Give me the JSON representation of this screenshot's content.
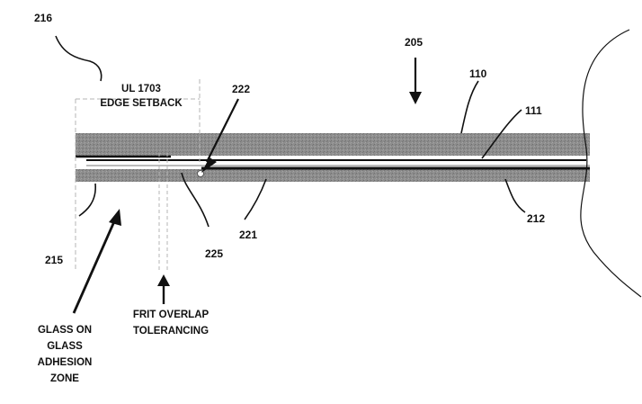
{
  "reference_numerals": {
    "n216": "216",
    "n205": "205",
    "n222": "222",
    "n110": "110",
    "n111": "111",
    "n212": "212",
    "n215": "215",
    "n225": "225",
    "n221": "221"
  },
  "annotations": {
    "edge_setback_line1": "UL 1703",
    "edge_setback_line2": "EDGE SETBACK",
    "frit_line1": "FRIT OVERLAP",
    "frit_line2": "TOLERANCING",
    "glass_line1": "GLASS ON",
    "glass_line2": "GLASS",
    "glass_line3": "ADHESION",
    "glass_line4": "ZONE"
  },
  "colors": {
    "glass": "#8a8a8a",
    "line": "#111111",
    "dashed": "#b4b4b4"
  }
}
